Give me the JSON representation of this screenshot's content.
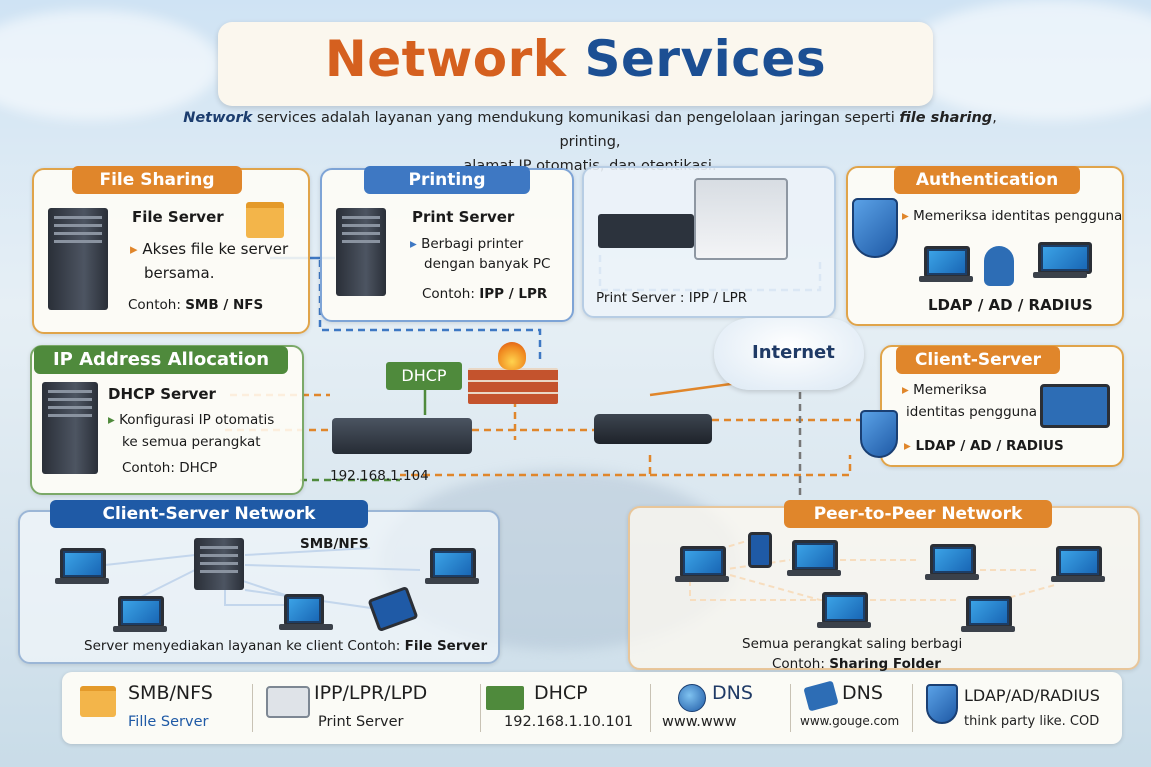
{
  "title": {
    "part1": "Network",
    "part2": "Services"
  },
  "description": {
    "lead": "Network",
    "line1": " services adalah layanan yang mendukung komunikasi dan pengelolaan jaringan seperti ",
    "emph": "file sharing",
    "line1_end": ", printing,",
    "line2": "alamat IP otomatis, dan otentikasi."
  },
  "file_sharing": {
    "tag": "File Sharing",
    "server": "File Server",
    "bullet1": "Akses file ke server",
    "bullet2": "bersama.",
    "example_prefix": "Contoh: ",
    "example": "SMB / NFS"
  },
  "printing": {
    "tag": "Printing",
    "server": "Print Server",
    "bullet1": "Berbagi printer",
    "bullet2": "dengan banyak PC",
    "example_prefix": "Contoh: ",
    "example": "IPP / LPR"
  },
  "print_visual": {
    "caption": "Print Server : IPP / LPR"
  },
  "authentication": {
    "tag": "Authentication",
    "bullet": "Memeriksa identitas pengguna",
    "protocols": "LDAP / AD / RADIUS"
  },
  "ip_allocation": {
    "tag": "IP Address Allocation",
    "server": "DHCP Server",
    "bullet1": "Konfigurasi IP otomatis",
    "bullet2": "ke semua perangkat",
    "example": "Contoh: DHCP",
    "dhcp_label": "DHCP",
    "ip": "192.168.1.104"
  },
  "internet": {
    "label": "Internet"
  },
  "client_server": {
    "tag": "Client-Server",
    "bullet1": "Memeriksa",
    "bullet2": "identitas pengguna",
    "protocols": "LDAP / AD / RADIUS"
  },
  "client_server_network": {
    "tag": "Client-Server Network",
    "link_label": "SMB/NFS",
    "caption_prefix": "Server menyediakan layanan ke client Contoh: ",
    "caption_example": "File Server"
  },
  "p2p_network": {
    "tag": "Peer-to-Peer Network",
    "caption1": "Semua perangkat saling berbagi",
    "caption2_prefix": "Contoh: ",
    "caption2_example": "Sharing Folder"
  },
  "protocols": [
    {
      "name": "SMB/NFS",
      "sub": "Fille Server",
      "icon": "folder-icon"
    },
    {
      "name": "IPP/LPR/LPD",
      "sub": "Print Server",
      "icon": "printer-icon"
    },
    {
      "name": "DHCP",
      "sub": "192.168.1.10.101",
      "icon": "network-card-icon"
    },
    {
      "name": "DNS",
      "sub": "www.www",
      "icon": "globe-icon"
    },
    {
      "name": "DNS",
      "sub": "www.gouge.com",
      "icon": "dns-icon"
    },
    {
      "name": "LDAP/AD/RADIUS",
      "sub": "think party like. COD",
      "icon": "shield-icon"
    }
  ],
  "colors": {
    "orange": "#e0862b",
    "blue": "#3e78c3",
    "green": "#4f8a3c",
    "navy": "#1f5aa6",
    "title_orange": "#d5601f",
    "title_blue": "#1c4f93"
  }
}
